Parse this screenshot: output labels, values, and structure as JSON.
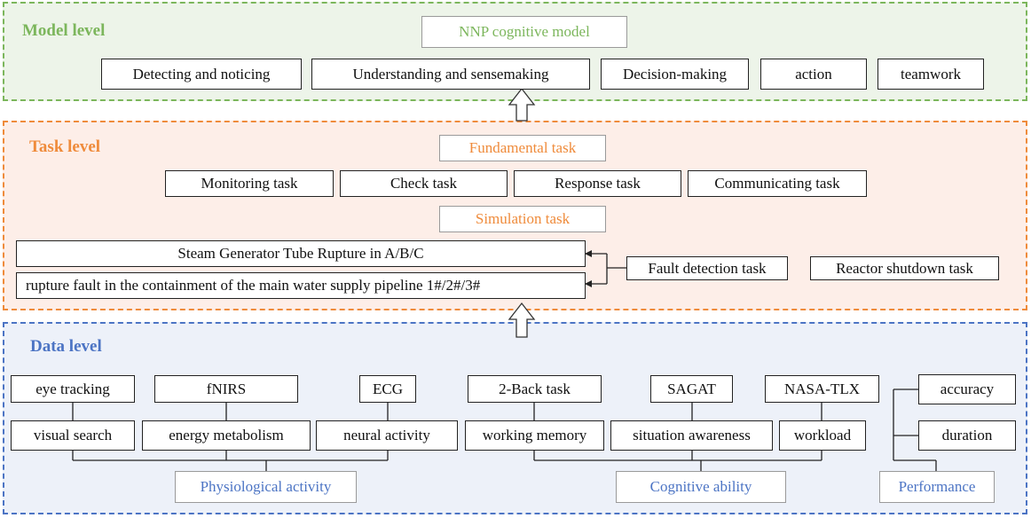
{
  "colors": {
    "model": "#7cb65c",
    "task": "#ef8b3b",
    "data": "#4c74c4",
    "model_bg": "#edf4e9",
    "task_bg": "#fdeee8",
    "data_bg": "#edf1f9"
  },
  "model_level": {
    "title": "Model level",
    "core": "NNP cognitive model",
    "components": [
      "Detecting and noticing",
      "Understanding and sensemaking",
      "Decision-making",
      "action",
      "teamwork"
    ]
  },
  "task_level": {
    "title": "Task level",
    "fundamental": "Fundamental task",
    "fundamental_tasks": [
      "Monitoring task",
      "Check task",
      "Response task",
      "Communicating task"
    ],
    "simulation": "Simulation task",
    "scenarios": [
      "Steam Generator Tube Rupture  in A/B/C",
      "rupture fault in the containment of the main water supply pipeline 1#/2#/3#"
    ],
    "simulation_tasks": [
      "Fault detection task",
      "Reactor shutdown task"
    ]
  },
  "data_level": {
    "title": "Data level",
    "physiological": {
      "measures": [
        "eye tracking",
        "fNIRS",
        "ECG"
      ],
      "indicators": [
        "visual search",
        "energy metabolism",
        "neural activity"
      ],
      "label": "Physiological activity"
    },
    "cognitive": {
      "measures": [
        "2-Back task",
        "SAGAT",
        "NASA-TLX"
      ],
      "indicators": [
        "working memory",
        "situation awareness",
        "workload"
      ],
      "label": "Cognitive ability"
    },
    "performance": {
      "measures": [
        "accuracy",
        "duration"
      ],
      "label": "Performance"
    }
  }
}
